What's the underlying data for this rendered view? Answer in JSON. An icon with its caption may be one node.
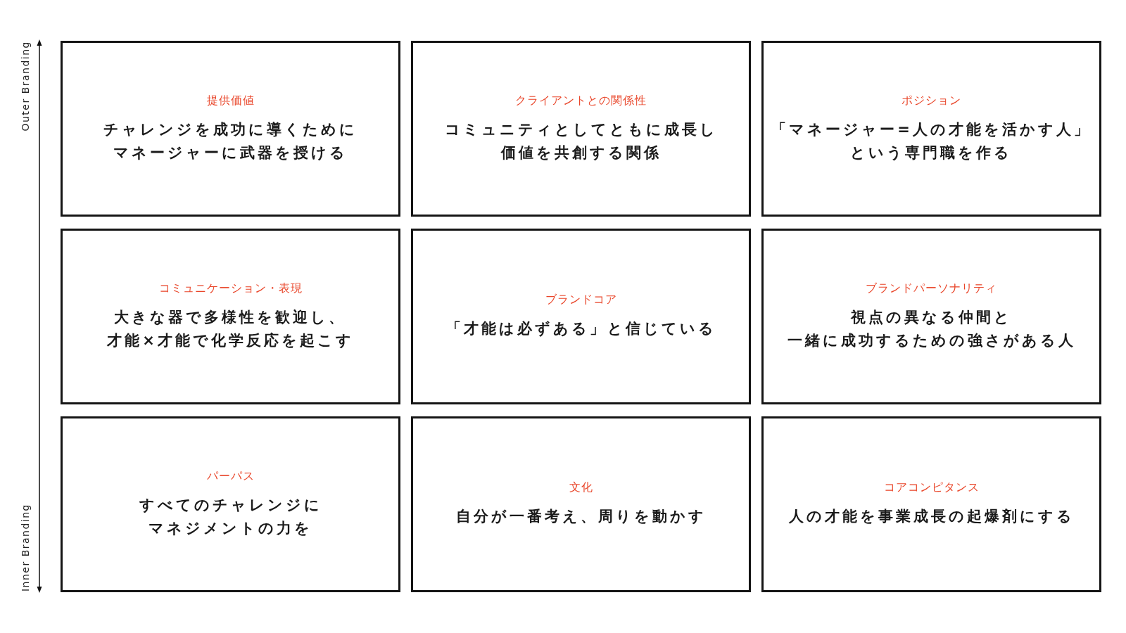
{
  "diagram": {
    "nodes": [
      {
        "text": [
          "提供価値",
          "チャレンジを成功に導くためにマネージャーに武器を授ける"
        ]
      },
      {
        "text": [
          "クライアントとの関係性",
          "コミュニティとしてともに成長し価値を共創する関係"
        ]
      },
      {
        "text": [
          "ポジション",
          "「マネージャー=人の才能を活かす人」という専門職を作る"
        ]
      },
      {
        "text": [
          "コミュニケーション・表現",
          "大きな器で多様性を歓迎し、才能×才能で化学反応を起こす"
        ]
      },
      {
        "text": [
          "ブランドコア",
          "「才能は必ずある」と信じている"
        ]
      },
      {
        "text": [
          "ブランドパーソナリティ",
          "視点の異なる仲間と一緒に成功するための強さがある人"
        ]
      },
      {
        "text": [
          "パーパス",
          "すべてのチャレンジにマネジメントの力を"
        ]
      },
      {
        "text": [
          "文化",
          "自分が一番考え、周りを動かす"
        ]
      },
      {
        "text": [
          "コアコンピタンス",
          "人の才能を事業成長の起爆剤にする"
        ]
      }
    ],
    "labels": [
      "Outer Branding",
      "Inner Branding"
    ]
  }
}
